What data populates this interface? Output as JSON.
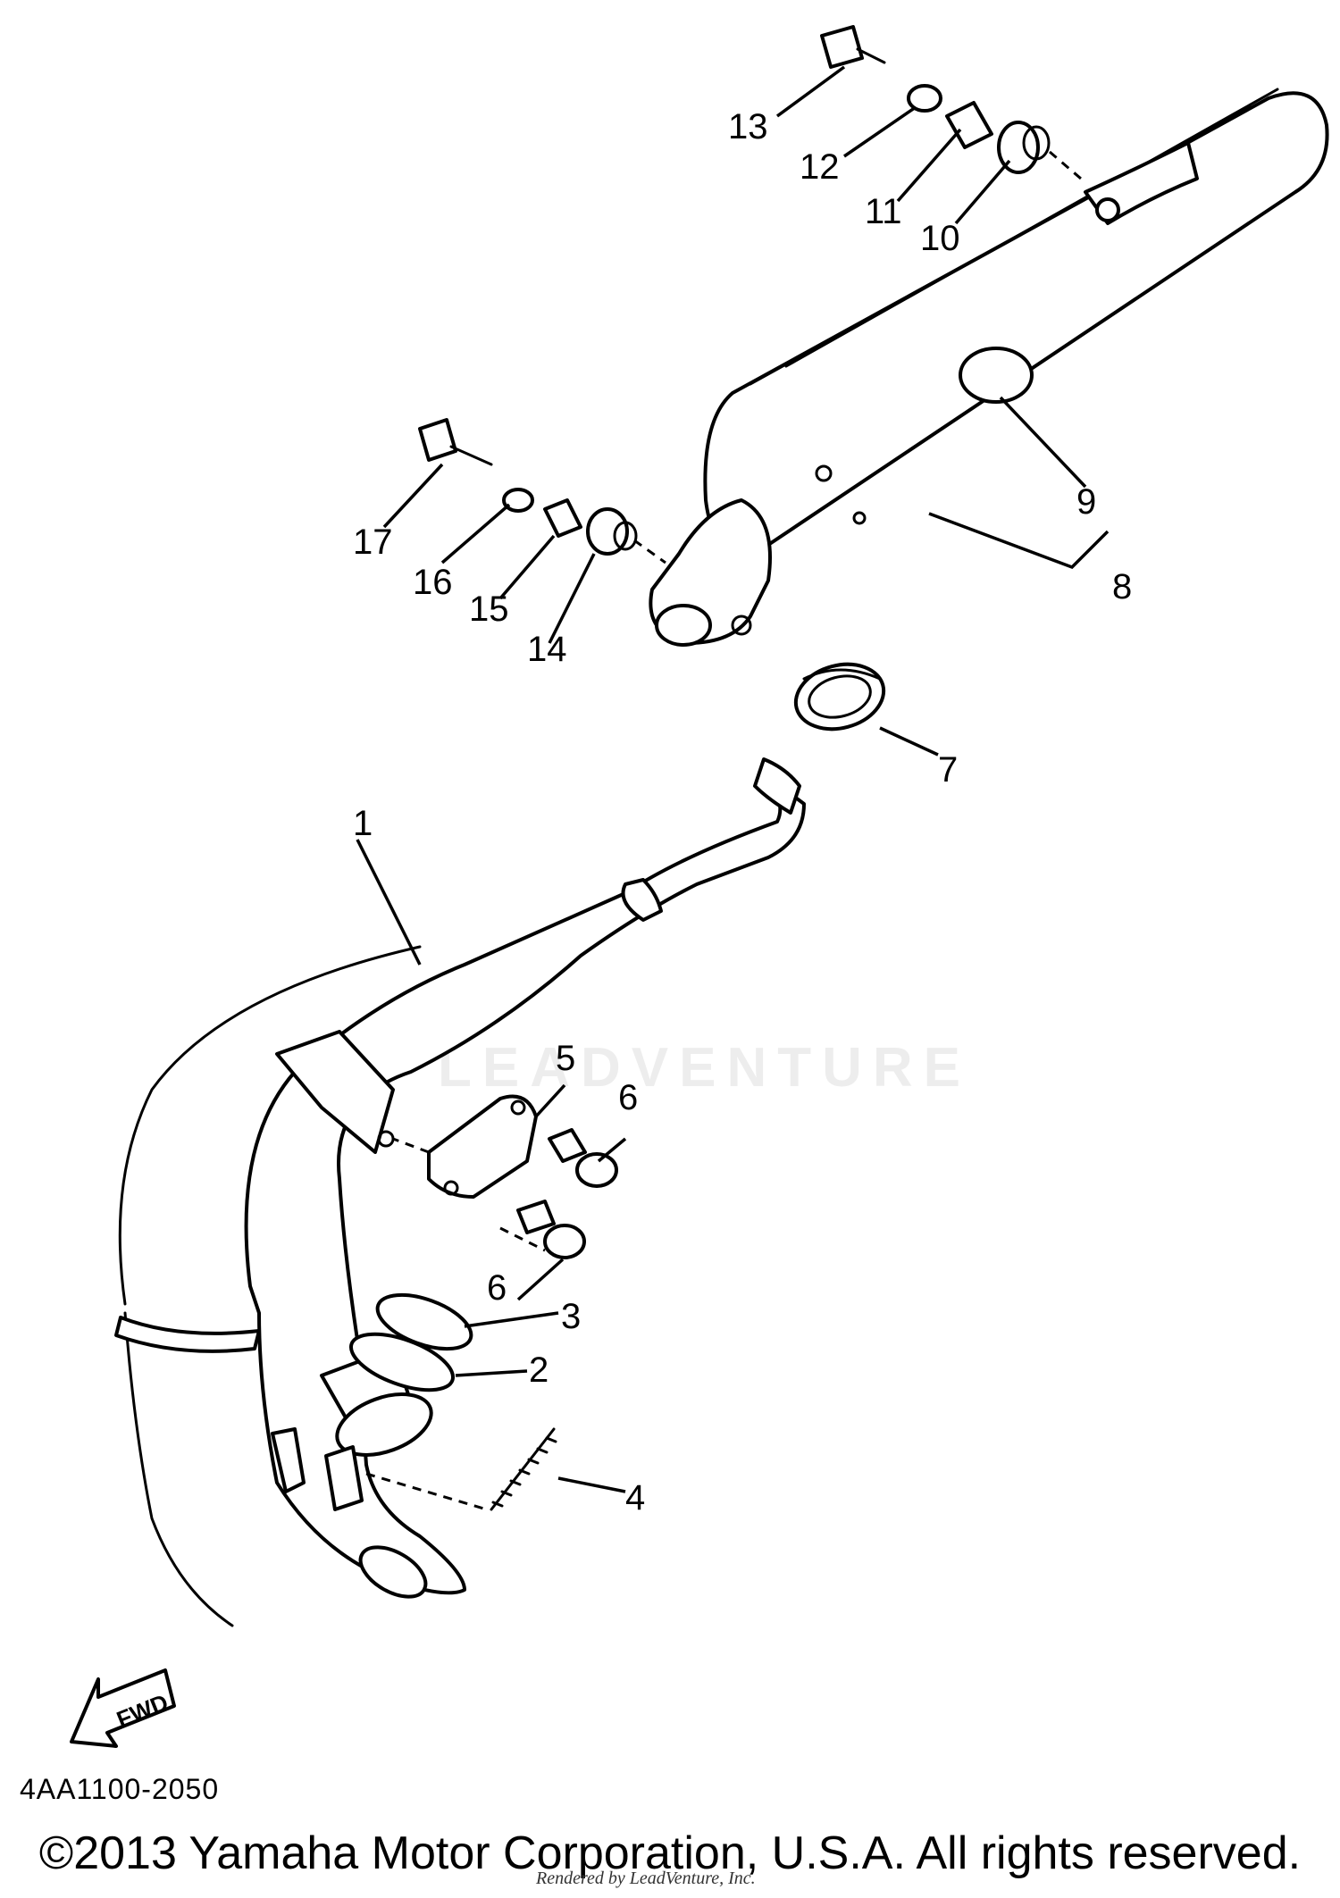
{
  "diagram": {
    "callouts": [
      "1",
      "2",
      "3",
      "4",
      "5",
      "6",
      "6",
      "7",
      "8",
      "9",
      "10",
      "11",
      "12",
      "13",
      "14",
      "15",
      "16",
      "17"
    ],
    "fwd_label": "FWD",
    "watermark": "LEADVENTURE"
  },
  "footer": {
    "reference": "4AA1100-2050",
    "copyright": "©2013 Yamaha Motor Corporation, U.S.A. All rights reserved.",
    "rendered_by": "Rendered by LeadVenture, Inc."
  }
}
